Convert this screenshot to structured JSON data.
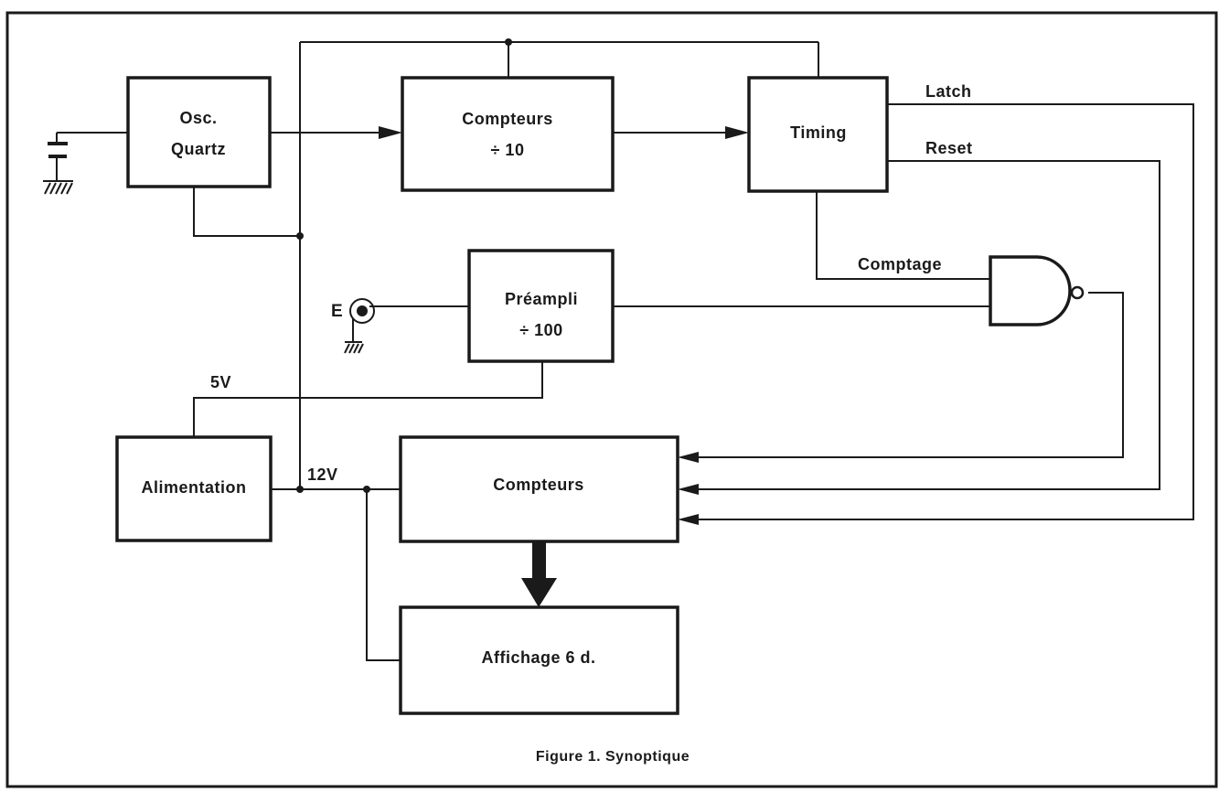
{
  "blocks": {
    "osc_line1": "Osc.",
    "osc_line2": "Quartz",
    "div10_line1": "Compteurs",
    "div10_line2": "÷ 10",
    "timing": "Timing",
    "preampli_line1": "Préampli",
    "preampli_line2": "÷ 100",
    "alimentation": "Alimentation",
    "compteurs": "Compteurs",
    "affichage": "Affichage 6 d."
  },
  "signals": {
    "latch": "Latch",
    "reset": "Reset",
    "comptage": "Comptage",
    "input": "E",
    "v5": "5V",
    "v12": "12V"
  },
  "caption": "Figure 1. Synoptique"
}
